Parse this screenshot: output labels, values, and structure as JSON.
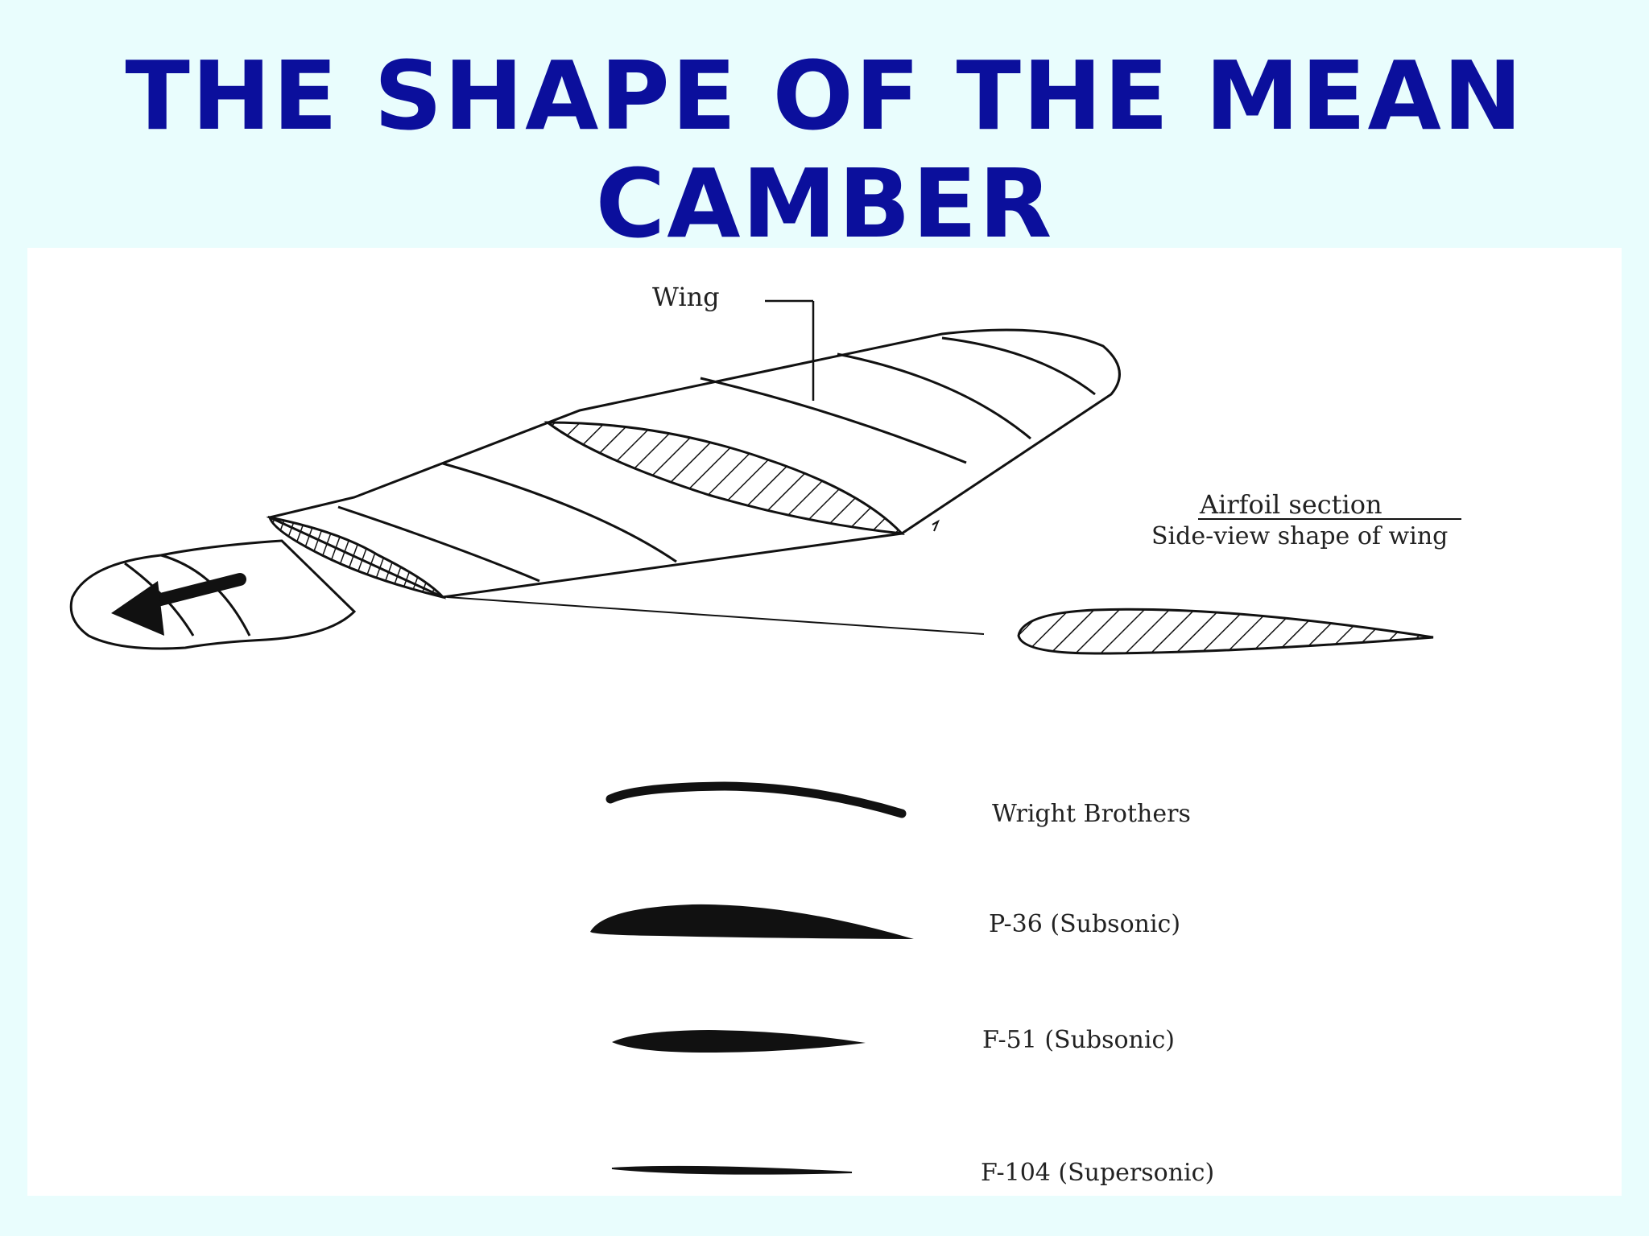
{
  "slide": {
    "title_line1": "THE SHAPE OF THE MEAN",
    "title_line2": "CAMBER"
  },
  "wing_diagram": {
    "wing_label": "Wing",
    "airfoil_section_label": "Airfoil section",
    "airfoil_section_caption": "Side-view shape of wing"
  },
  "airfoil_profiles": [
    {
      "label": "Wright Brothers"
    },
    {
      "label": "P-36  (Subsonic)"
    },
    {
      "label": "F-51  (Subsonic)"
    },
    {
      "label": "F-104  (Supersonic)"
    }
  ],
  "colors": {
    "background": "#e9fdfd",
    "title": "#0b0f9c",
    "panel": "#ffffff",
    "ink": "#111111"
  }
}
